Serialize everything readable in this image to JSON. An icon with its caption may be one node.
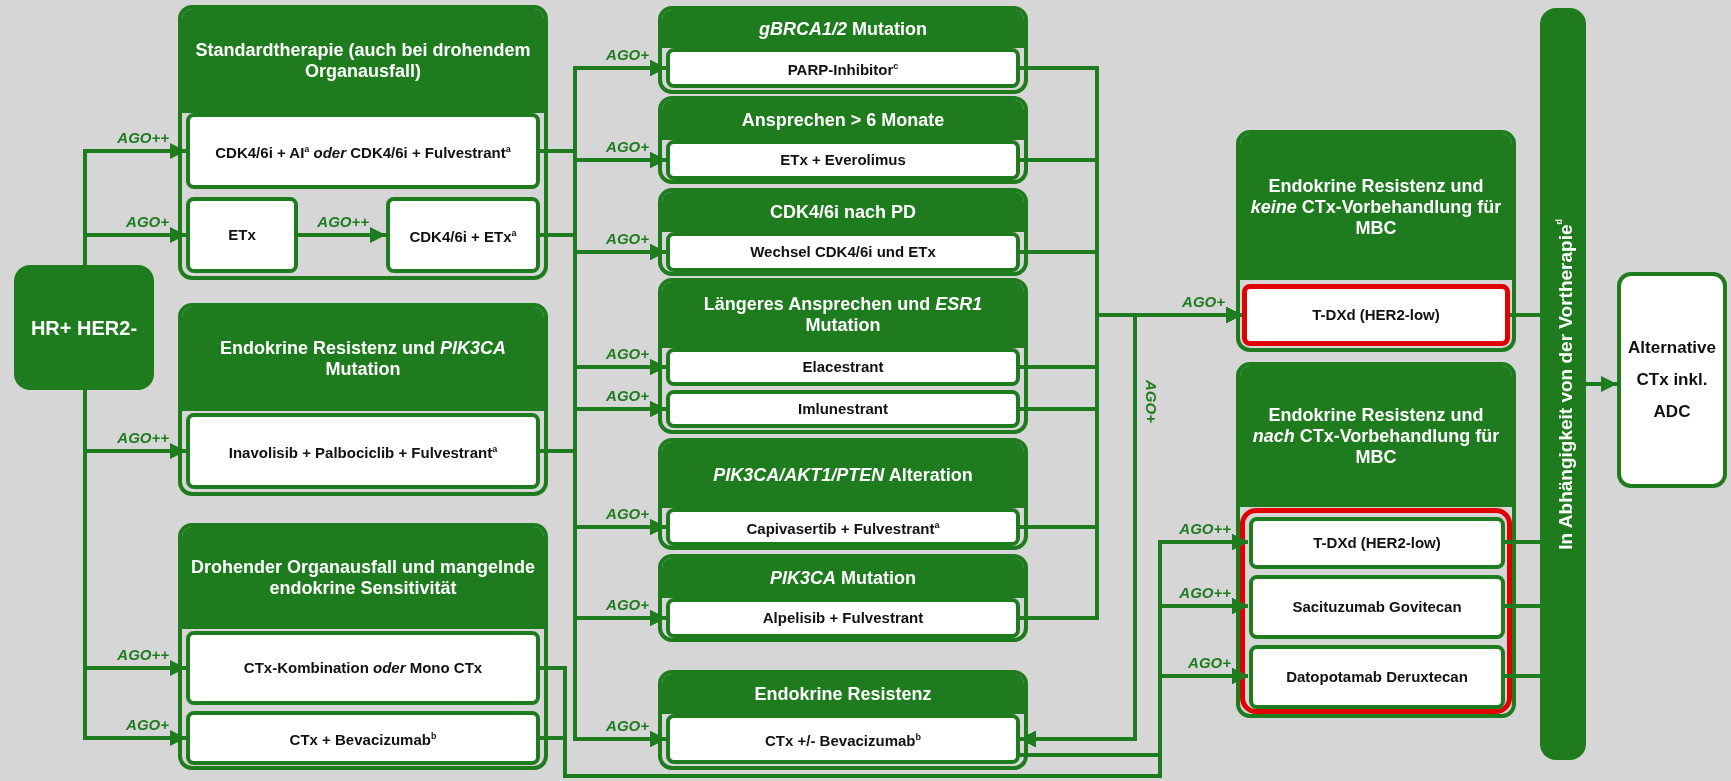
{
  "diagram": {
    "nodes": [
      {
        "text": [
          "HR+ HER2-"
        ]
      },
      {
        "text": [
          "Standardtherapie (auch bei drohendem Organausfall)"
        ]
      },
      {
        "text": [
          "CDK4/6i + AI$^{a}$ *oder* CDK4/6i + Fulvestrant$^{a}$"
        ],
        "in": 1
      },
      {
        "text": [
          "ETx"
        ],
        "in": 1
      },
      {
        "text": [
          "CDK4/6i + ETx$^{a}$"
        ],
        "in": 1
      },
      {
        "text": [
          "Endokrine Resistenz und *PIK3CA* Mutation"
        ]
      },
      {
        "text": [
          "Inavolisib + Palbociclib + Fulvestrant$^{a}$"
        ],
        "in": 5
      },
      {
        "text": [
          "Drohender Organausfall und mangelnde endokrine Sensitivität"
        ]
      },
      {
        "text": [
          "CTx-Kombination *oder* Mono CTx"
        ],
        "in": 7
      },
      {
        "text": [
          "CTx + Bevacizumab$^{b}$"
        ],
        "in": 7
      },
      {
        "text": [
          "*gBRCA1/2* Mutation"
        ]
      },
      {
        "text": [
          "PARP-Inhibitor$^{c}$"
        ],
        "in": 10
      },
      {
        "text": [
          "Ansprechen > 6 Monate"
        ]
      },
      {
        "text": [
          "ETx + Everolimus"
        ],
        "in": 12
      },
      {
        "text": [
          "CDK4/6i nach PD"
        ]
      },
      {
        "text": [
          "Wechsel CDK4/6i und ETx"
        ],
        "in": 14
      },
      {
        "text": [
          "Längeres Ansprechen und *ESR1* Mutation"
        ]
      },
      {
        "text": [
          "Elacestrant"
        ],
        "in": 16
      },
      {
        "text": [
          "Imlunestrant"
        ],
        "in": 16
      },
      {
        "text": [
          "*PIK3CA/AKT1/PTEN* Alteration"
        ]
      },
      {
        "text": [
          "Capivasertib + Fulvestrant$^{a}$"
        ],
        "in": 19
      },
      {
        "text": [
          "*PIK3CA* Mutation"
        ]
      },
      {
        "text": [
          "Alpelisib + Fulvestrant"
        ],
        "in": 21
      },
      {
        "text": [
          "Endokrine Resistenz"
        ]
      },
      {
        "text": [
          "CTx +/- Bevacizumab$^{b}$"
        ],
        "in": 23
      },
      {
        "text": [
          "Endokrine Resistenz und *keine* CTx-Vorbehandlung für MBC"
        ]
      },
      {
        "text": [
          "T-DXd (HER2-low)"
        ],
        "in": 25
      },
      {
        "text": [
          "Endokrine Resistenz und *nach* CTx-Vorbehandlung für MBC"
        ]
      },
      {
        "text": [],
        "shape": "box",
        "in": 27
      },
      {
        "text": [
          "T-DXd (HER2-low)"
        ],
        "in": 28
      },
      {
        "text": [
          "Sacituzumab Govitecan"
        ],
        "in": 28
      },
      {
        "text": [
          "Datopotamab Deruxtecan"
        ],
        "in": 28
      },
      {
        "text": [
          "In Abhängigkeit von der Vortherapie$^{d}$"
        ]
      },
      {
        "text": [
          "Alternative CTx inkl. ADC"
        ]
      }
    ],
    "edges": [
      {
        "from": 0,
        "to": 2,
        "arrow": "to",
        "label": "AGO++"
      },
      {
        "from": 0,
        "to": 3,
        "arrow": "to",
        "label": "AGO+"
      },
      {
        "from": 3,
        "to": 4,
        "arrow": "to",
        "label": "AGO++"
      },
      {
        "from": 0,
        "to": 6,
        "arrow": "to",
        "label": "AGO++"
      },
      {
        "from": 0,
        "to": 8,
        "arrow": "to",
        "label": "AGO++"
      },
      {
        "from": 0,
        "to": 9,
        "arrow": "to",
        "label": "AGO+"
      },
      {
        "from": 2,
        "to": 11,
        "arrow": "to",
        "label": "AGO+"
      },
      {
        "from": 4,
        "to": 11,
        "arrow": "to"
      },
      {
        "from": 6,
        "to": 11,
        "arrow": "to"
      },
      {
        "from": 2,
        "to": 13,
        "arrow": "to",
        "label": "AGO+"
      },
      {
        "from": 4,
        "to": 13,
        "arrow": "to"
      },
      {
        "from": 6,
        "to": 13,
        "arrow": "to"
      },
      {
        "from": 2,
        "to": 15,
        "arrow": "to",
        "label": "AGO+"
      },
      {
        "from": 4,
        "to": 15,
        "arrow": "to"
      },
      {
        "from": 6,
        "to": 15,
        "arrow": "to"
      },
      {
        "from": 2,
        "to": 17,
        "arrow": "to",
        "label": "AGO+"
      },
      {
        "from": 4,
        "to": 17,
        "arrow": "to"
      },
      {
        "from": 6,
        "to": 17,
        "arrow": "to"
      },
      {
        "from": 2,
        "to": 18,
        "arrow": "to",
        "label": "AGO+"
      },
      {
        "from": 4,
        "to": 18,
        "arrow": "to"
      },
      {
        "from": 6,
        "to": 18,
        "arrow": "to"
      },
      {
        "from": 2,
        "to": 20,
        "arrow": "to",
        "label": "AGO+"
      },
      {
        "from": 4,
        "to": 20,
        "arrow": "to"
      },
      {
        "from": 6,
        "to": 20,
        "arrow": "to"
      },
      {
        "from": 2,
        "to": 22,
        "arrow": "to",
        "label": "AGO+"
      },
      {
        "from": 4,
        "to": 22,
        "arrow": "to"
      },
      {
        "from": 6,
        "to": 22,
        "arrow": "to"
      },
      {
        "from": 2,
        "to": 24,
        "arrow": "to",
        "label": "AGO+"
      },
      {
        "from": 4,
        "to": 24,
        "arrow": "to"
      },
      {
        "from": 6,
        "to": 24,
        "arrow": "to"
      },
      {
        "from": 11,
        "to": 26,
        "arrow": "to",
        "label": "AGO+"
      },
      {
        "from": 13,
        "to": 26,
        "arrow": "to"
      },
      {
        "from": 15,
        "to": 26,
        "arrow": "to"
      },
      {
        "from": 17,
        "to": 26,
        "arrow": "to"
      },
      {
        "from": 18,
        "to": 26,
        "arrow": "to"
      },
      {
        "from": 20,
        "to": 26,
        "arrow": "to"
      },
      {
        "from": 22,
        "to": 26,
        "arrow": "to"
      },
      {
        "from": 11,
        "to": 24,
        "arrow": "to",
        "label": "AGO+"
      },
      {
        "from": 13,
        "to": 24,
        "arrow": "to"
      },
      {
        "from": 15,
        "to": 24,
        "arrow": "to"
      },
      {
        "from": 17,
        "to": 24,
        "arrow": "to"
      },
      {
        "from": 18,
        "to": 24,
        "arrow": "to"
      },
      {
        "from": 20,
        "to": 24,
        "arrow": "to"
      },
      {
        "from": 22,
        "to": 24,
        "arrow": "to"
      },
      {
        "from": 8,
        "to": 29,
        "arrow": "to",
        "label": "AGO++"
      },
      {
        "from": 9,
        "to": 29,
        "arrow": "to"
      },
      {
        "from": 24,
        "to": 29,
        "arrow": "to"
      },
      {
        "from": 8,
        "to": 30,
        "arrow": "to",
        "label": "AGO++"
      },
      {
        "from": 9,
        "to": 30,
        "arrow": "to"
      },
      {
        "from": 24,
        "to": 30,
        "arrow": "to"
      },
      {
        "from": 8,
        "to": 31,
        "arrow": "to",
        "label": "AGO+"
      },
      {
        "from": 9,
        "to": 31,
        "arrow": "to"
      },
      {
        "from": 24,
        "to": 31,
        "arrow": "to"
      },
      {
        "from": 26,
        "to": 32,
        "arrow": "none"
      },
      {
        "from": 29,
        "to": 32,
        "arrow": "none"
      },
      {
        "from": 30,
        "to": 32,
        "arrow": "none"
      },
      {
        "from": 31,
        "to": 32,
        "arrow": "none"
      },
      {
        "from": 32,
        "to": 33,
        "arrow": "to"
      }
    ]
  }
}
